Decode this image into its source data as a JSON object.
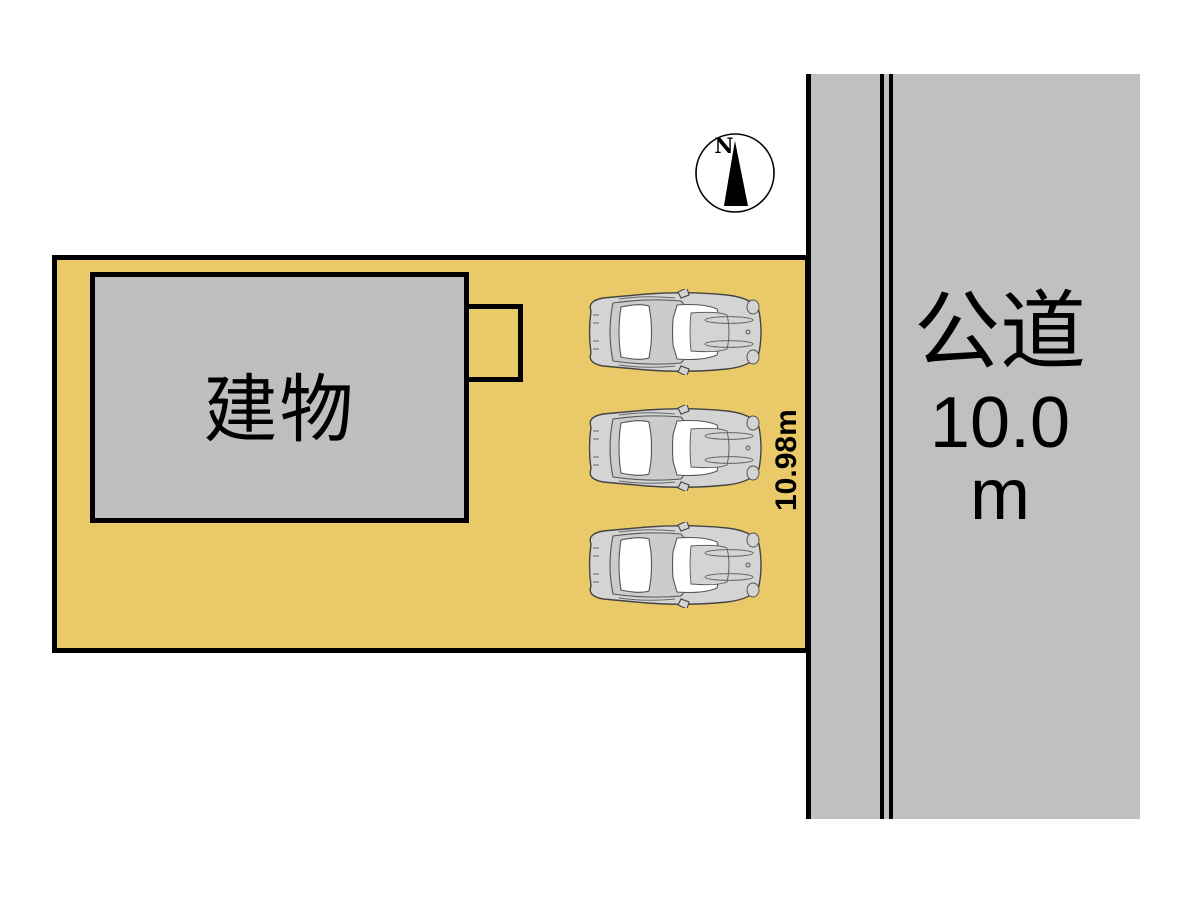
{
  "map": {
    "title": "property-site-plan",
    "colors": {
      "lot_fill": "#eaca68",
      "building_fill": "#bfbfbf",
      "road_fill": "#c0c0c0",
      "outline": "#000000",
      "car_body": "#d4d4d4",
      "car_glass": "#ffffff"
    }
  },
  "lot": {
    "building_label": "建物",
    "depth_label": "10.98m"
  },
  "road": {
    "label_kanji": "公道",
    "width_value": "10.0",
    "width_unit": "m"
  },
  "compass": {
    "north_label": "N",
    "icon": "compass-north-icon"
  },
  "parking": {
    "count": 3,
    "stalls": [
      {
        "id": "parking-stall-1",
        "icon": "car-top-view-icon"
      },
      {
        "id": "parking-stall-2",
        "icon": "car-top-view-icon"
      },
      {
        "id": "parking-stall-3",
        "icon": "car-top-view-icon"
      }
    ]
  }
}
